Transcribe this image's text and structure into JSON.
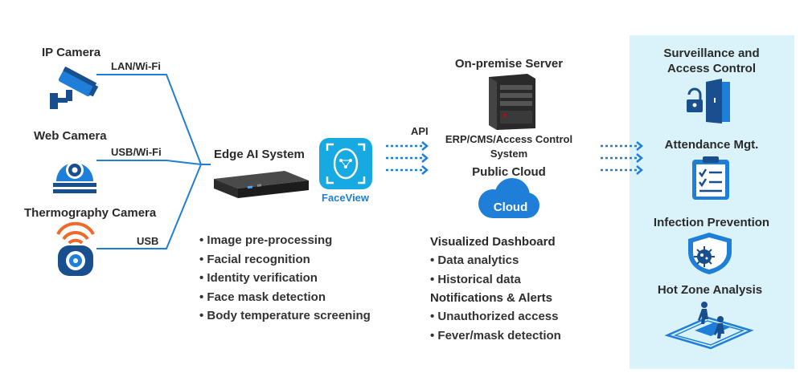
{
  "colors": {
    "accent": "#1f7fd8",
    "dark_blue": "#1a4f8f",
    "panel": "#daf3fa",
    "orange": "#ef6a28"
  },
  "sources": {
    "ip_camera": {
      "label": "IP Camera",
      "link": "LAN/Wi-Fi"
    },
    "web_camera": {
      "label": "Web Camera",
      "link": "USB/Wi-Fi"
    },
    "thermo_camera": {
      "label": "Thermography Camera",
      "link": "USB"
    }
  },
  "edge": {
    "title": "Edge AI System",
    "app_name": "FaceView",
    "features": [
      "Image pre-processing",
      "Facial recognition",
      "Identity verification",
      "Face mask detection",
      "Body temperature screening"
    ]
  },
  "api_label": "API",
  "server": {
    "title": "On-premise Server",
    "system_line1": "ERP/CMS/Access Control",
    "system_line2": "System"
  },
  "cloud": {
    "title": "Public Cloud",
    "badge": "Cloud"
  },
  "outputs": [
    "Visualized Dashboard",
    "Data analytics",
    "Historical data",
    "Notifications & Alerts",
    "Unauthorized access",
    "Fever/mask detection"
  ],
  "applications": {
    "surveillance_line1": "Surveillance and",
    "surveillance_line2": "Access Control",
    "attendance": "Attendance Mgt.",
    "infection": "Infection Prevention",
    "hot_zone": "Hot Zone Analysis"
  }
}
